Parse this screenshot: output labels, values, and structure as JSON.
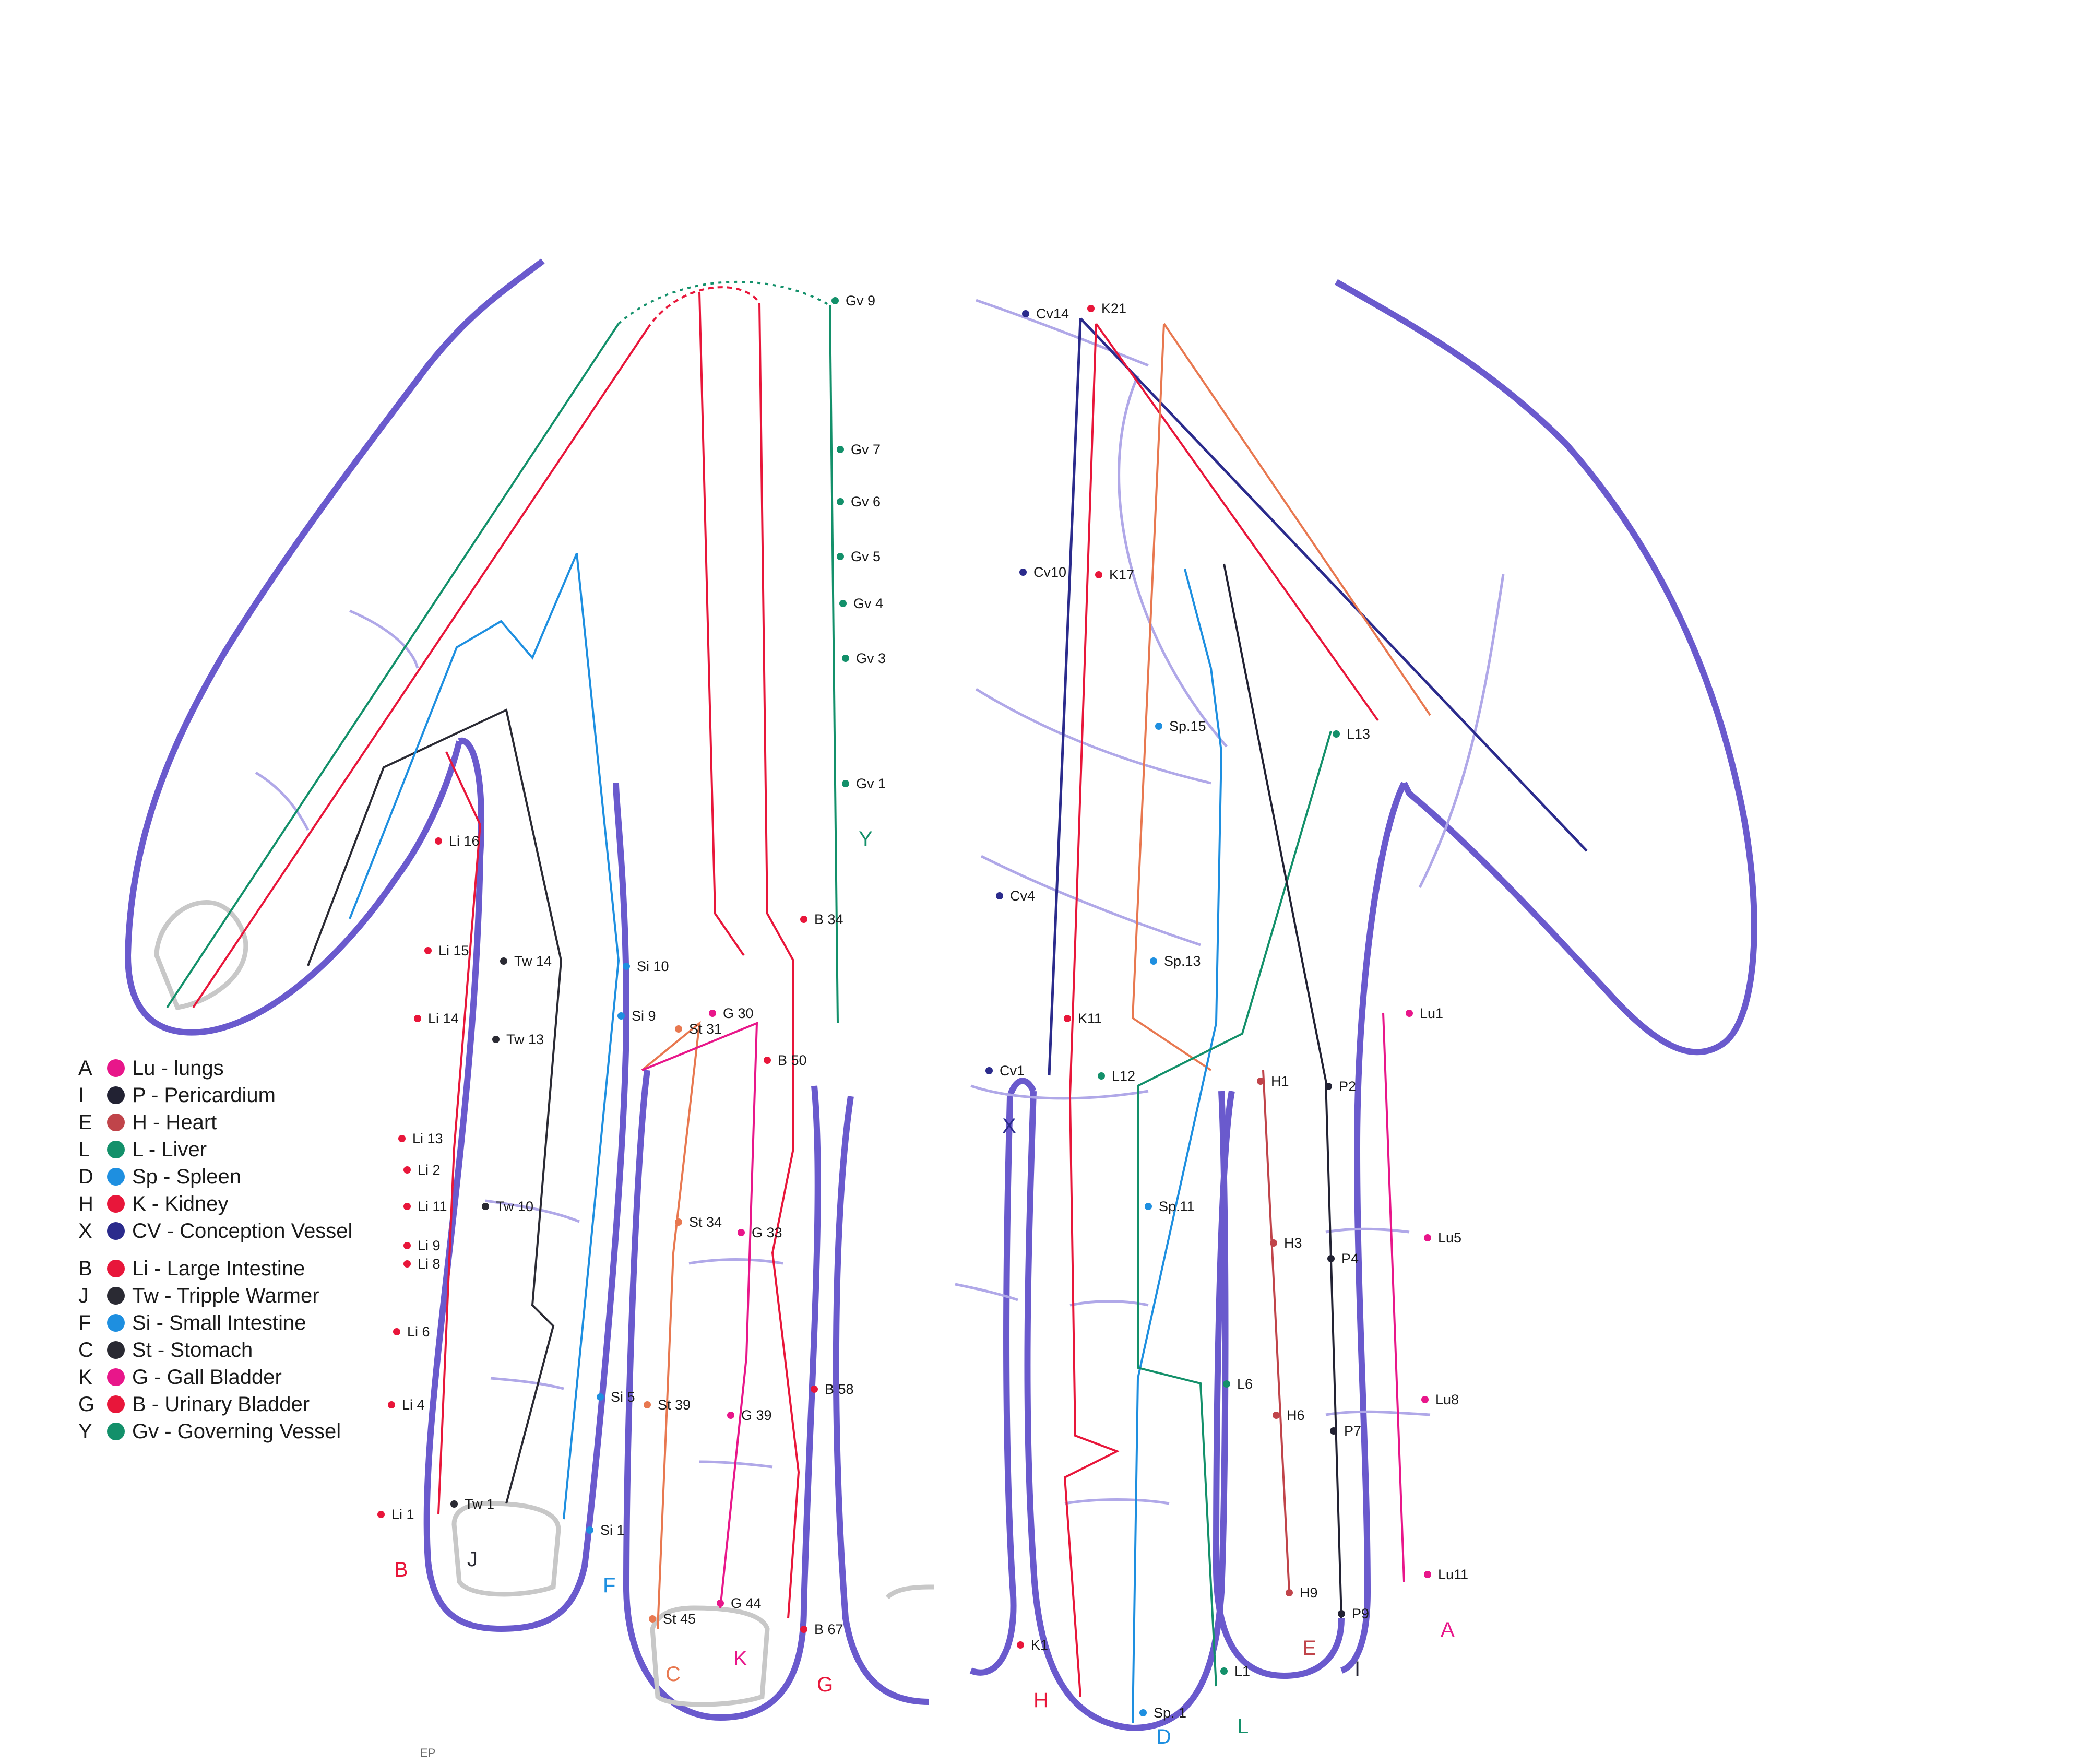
{
  "legend": [
    {
      "letter": "A",
      "text": "Lu - lungs",
      "color": "#e8168a"
    },
    {
      "letter": "I",
      "text": "P - Pericardium",
      "color": "#222233"
    },
    {
      "letter": "E",
      "text": "H - Heart",
      "color": "#c0444a"
    },
    {
      "letter": "L",
      "text": "L - Liver",
      "color": "#13906a"
    },
    {
      "letter": "D",
      "text": "Sp - Spleen",
      "color": "#1e8fe0"
    },
    {
      "letter": "H",
      "text": "K - Kidney",
      "color": "#e8163a"
    },
    {
      "letter": "X",
      "text": "CV - Conception Vessel",
      "color": "#2b2b8c"
    },
    {
      "letter": "B",
      "text": "Li - Large Intestine",
      "color": "#e8163a"
    },
    {
      "letter": "J",
      "text": "Tw - Tripple Warmer",
      "color": "#2a2a33"
    },
    {
      "letter": "F",
      "text": "Si - Small Intestine",
      "color": "#1e8fe0"
    },
    {
      "letter": "C",
      "text": "St - Stomach",
      "color": "#2a2a33"
    },
    {
      "letter": "K",
      "text": "G - Gall Bladder",
      "color": "#e8168a"
    },
    {
      "letter": "G",
      "text": "B - Urinary Bladder",
      "color": "#e8163a"
    },
    {
      "letter": "Y",
      "text": "Gv - Governing Vessel",
      "color": "#13906a"
    }
  ],
  "footer_mark": "EP",
  "meridians": [
    {
      "id": "li",
      "letter": "B",
      "color": "#e8163a",
      "points": [
        [
          1130,
          580
        ],
        [
          1840,
          345
        ],
        [
          2550,
          260
        ],
        [
          3420,
          190
        ],
        [
          3430,
          210
        ],
        [
          3432,
          260
        ],
        [
          3410,
          380
        ],
        [
          3400,
          430
        ],
        [
          3390,
          560
        ],
        [
          3380,
          640
        ],
        [
          3370,
          735
        ]
      ],
      "labels": [
        "Li 16",
        "Li 15",
        "Li 14",
        "Li 13",
        "Li 2",
        "Li 11",
        "Li 9",
        "Li 8",
        "Li 6",
        "Li 4",
        "Li 1"
      ]
    },
    {
      "id": "gv",
      "letter": "Y",
      "color": "#13906a",
      "points": [
        [
          580,
          240
        ],
        [
          1010,
          240
        ],
        [
          1460,
          240
        ],
        [
          1895,
          240
        ],
        [
          2200,
          240
        ],
        [
          2560,
          240
        ],
        [
          2910,
          240
        ]
      ],
      "labels": [
        "Gv 9",
        "Gv 7",
        "Gv 6",
        "Gv 5",
        "Gv 4",
        "Gv 3",
        "Gv 1"
      ]
    },
    {
      "id": "tw",
      "letter": "J",
      "color": "#2a2a33",
      "points": [
        [
          1840,
          395
        ],
        [
          2925,
          395
        ],
        [
          3335,
          395
        ],
        [
          3850,
          395
        ]
      ],
      "labels": [
        "Tw 14",
        "Tw 13",
        "Tw 10",
        "Tw 1"
      ]
    },
    {
      "id": "si",
      "letter": "F",
      "color": "#1e8fe0",
      "points": [
        [
          1842,
          440
        ],
        [
          2930,
          440
        ],
        [
          3365,
          440
        ],
        [
          3860,
          440
        ]
      ],
      "labels": [
        "Si 10",
        "Si 9",
        "Si 5",
        "Si 1"
      ]
    },
    {
      "id": "b-leg",
      "letter": "G",
      "color": "#e8163a",
      "points": [
        [
          1500,
          575
        ],
        [
          2580,
          575
        ],
        [
          3250,
          575
        ],
        [
          3650,
          575
        ]
      ],
      "labels": [
        "B 34",
        "B 50",
        "B 58",
        "B 67"
      ]
    },
    {
      "id": "st",
      "letter": "C",
      "color": "#e87850",
      "points": [
        [
          2045,
          480
        ],
        [
          2880,
          480
        ],
        [
          3420,
          480
        ],
        [
          3870,
          480
        ]
      ],
      "labels": [
        "St 31",
        "St 34",
        "St 39",
        "St 45"
      ]
    },
    {
      "id": "g-leg",
      "letter": "K",
      "color": "#e8168a",
      "points": [
        [
          1975,
          410
        ],
        [
          2880,
          410
        ],
        [
          3420,
          410
        ],
        [
          3870,
          410
        ]
      ],
      "labels": [
        "G 30",
        "G 33",
        "G 39",
        "G 44"
      ]
    },
    {
      "id": "cv",
      "letter": "X",
      "color": "#2b2b8c",
      "points": [
        [
          1990,
          395
        ],
        [
          2920,
          395
        ],
        [
          3490,
          395
        ],
        [
          4080,
          395
        ]
      ],
      "labels": [
        "Cv14",
        "Cv10",
        "Cv4",
        "Cv1"
      ]
    },
    {
      "id": "k",
      "letter": "H",
      "color": "#e8163a",
      "points": [
        [
          2085,
          420
        ],
        [
          2935,
          420
        ],
        [
          3460,
          420
        ],
        [
          4090,
          420
        ]
      ],
      "labels": [
        "K21",
        "K17",
        "K11",
        "K1"
      ]
    },
    {
      "id": "sp",
      "letter": "D",
      "color": "#1e8fe0",
      "points": [
        [
          2180,
          1080
        ],
        [
          2890,
          1080
        ],
        [
          3390,
          1080
        ],
        [
          4090,
          1080
        ]
      ],
      "labels": [
        "Sp.15",
        "Sp.13",
        "Sp.11",
        "Sp. 1"
      ]
    },
    {
      "id": "l",
      "letter": "L",
      "color": "#13906a",
      "points": [
        [
          2240,
          1140
        ],
        [
          2900,
          1140
        ],
        [
          3400,
          1140
        ],
        [
          4090,
          1140
        ]
      ],
      "labels": [
        "L13",
        "L12",
        "L6",
        "L1"
      ]
    },
    {
      "id": "h",
      "letter": "E",
      "color": "#c0444a",
      "points": [
        [
          2395,
          1160
        ],
        [
          2790,
          1160
        ],
        [
          3400,
          1160
        ],
        [
          4030,
          1160
        ]
      ],
      "labels": [
        "H1",
        "H3",
        "H6",
        "H9"
      ]
    },
    {
      "id": "p",
      "letter": "I",
      "color": "#222233",
      "points": [
        [
          2330,
          1180
        ],
        [
          2790,
          1180
        ],
        [
          3400,
          1180
        ],
        [
          4030,
          1180
        ]
      ],
      "labels": [
        "P2",
        "P4",
        "P7",
        "P9"
      ]
    },
    {
      "id": "lu",
      "letter": "A",
      "color": "#e8168a",
      "points": [
        [
          2650,
          1220
        ],
        [
          2980,
          1220
        ],
        [
          3440,
          1220
        ],
        [
          4000,
          1220
        ]
      ],
      "labels": [
        "Lu1",
        "Lu5",
        "Lu8",
        "Lu11"
      ]
    }
  ]
}
